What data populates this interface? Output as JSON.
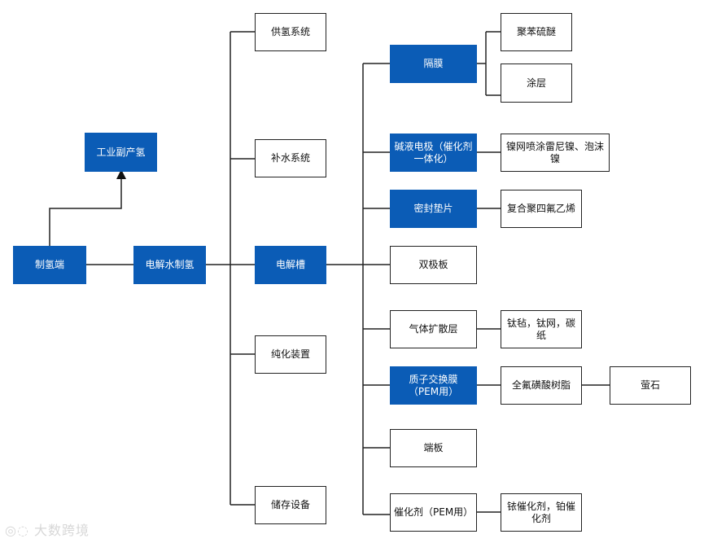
{
  "nodes": {
    "industrial": "工业副产氢",
    "hydrogen_end": "制氢端",
    "electrolysis": "电解水制氢",
    "supply_system": "供氢系统",
    "water_system": "补水系统",
    "electrolyzer": "电解槽",
    "purification": "纯化装置",
    "storage": "储存设备",
    "diaphragm": "隔膜",
    "pps": "聚苯硫醚",
    "coating": "涂层",
    "alkaline_electrode": "碱液电极（催化剂一体化）",
    "nickel_mesh": "镍网喷涂雷尼镍、泡沫镍",
    "gasket": "密封垫片",
    "ptfe": "复合聚四氟乙烯",
    "bipolar": "双极板",
    "gdl": "气体扩散层",
    "ti_felt": "钛毡，钛网，碳纸",
    "pem": "质子交换膜（PEM用）",
    "pfsa": "全氟磺酸树脂",
    "fluorite": "萤石",
    "end_plate": "端板",
    "catalyst": "催化剂（PEM用）",
    "ir_pt": "铱催化剂，铂催化剂"
  },
  "watermark": "大数跨境",
  "colors": {
    "accent": "#0b5cb6",
    "line": "#222222"
  }
}
